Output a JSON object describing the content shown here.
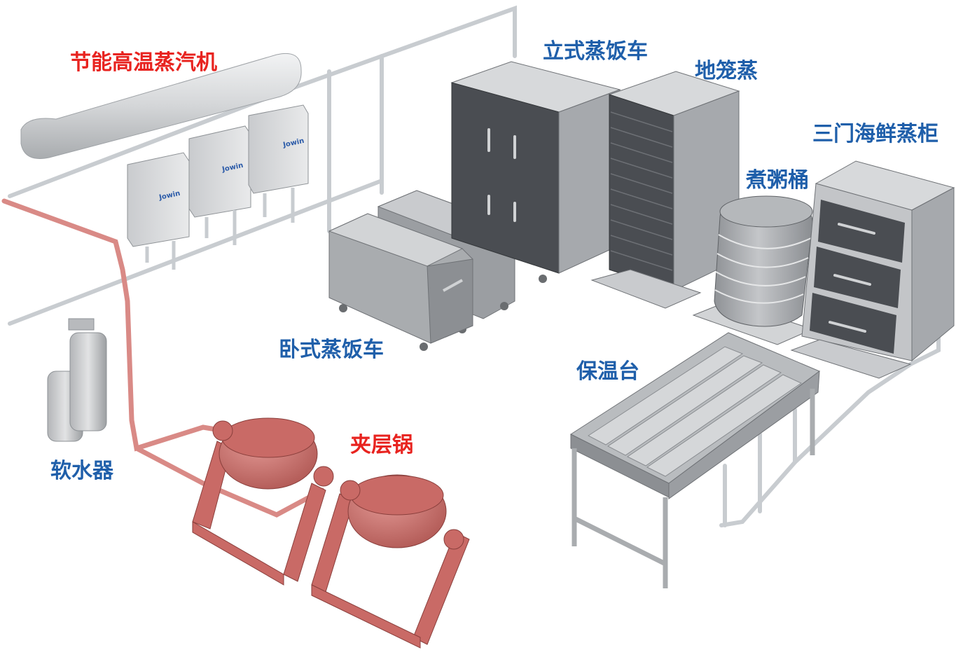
{
  "labels": {
    "steam_generator": "节能高温蒸汽机",
    "vertical_rice_cart": "立式蒸饭车",
    "floor_steamer": "地笼蒸",
    "seafood_cabinet": "三门海鲜蒸柜",
    "porridge_barrel": "煮粥桶",
    "horizontal_rice_cart": "卧式蒸饭车",
    "warming_table": "保温台",
    "water_softener": "软水器",
    "jacketed_kettle": "夹层锅"
  },
  "brand_text": "Jowin",
  "colors": {
    "highlight_label": "#e8231f",
    "equipment_label": "#1f5faa",
    "steam_pipe": "#d98a86",
    "water_pipe": "#c8ccd0",
    "cabinet_dark": "#4a4d52",
    "kettle": "#c96a66"
  }
}
